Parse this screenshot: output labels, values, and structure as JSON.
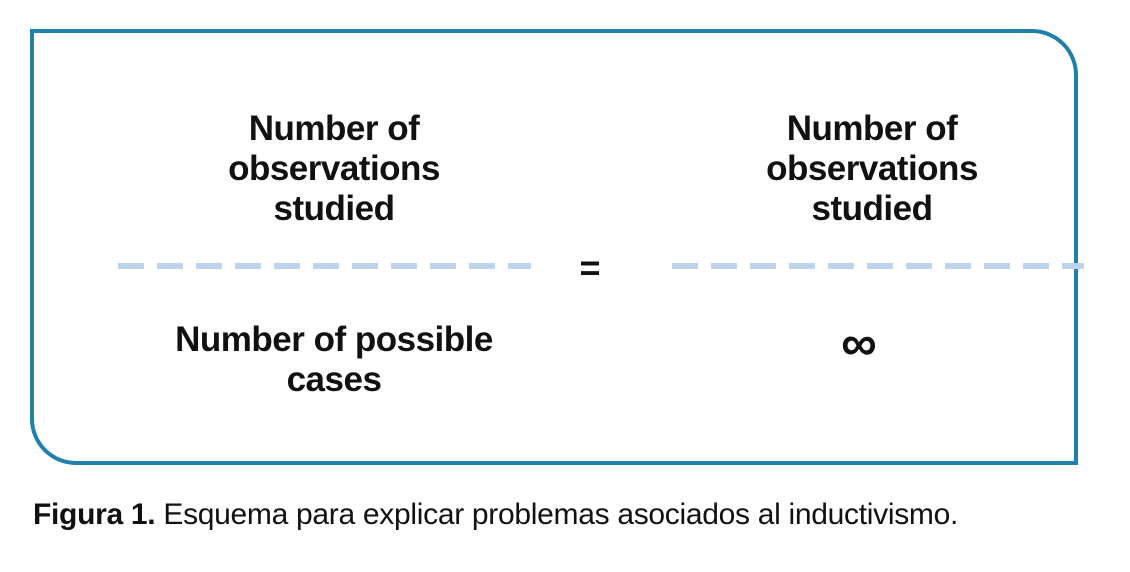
{
  "colors": {
    "frame_border": "#1f7fad",
    "fraction_bar_dash": "#bdd2ed",
    "text": "#111111"
  },
  "figure": {
    "left_fraction": {
      "numerator_lines": [
        "Number of",
        "observations",
        "studied"
      ],
      "denominator_lines": [
        "Number of possible",
        "cases"
      ]
    },
    "equals_sign": "=",
    "right_fraction": {
      "numerator_lines": [
        "Number of",
        "observations",
        "studied"
      ],
      "denominator_symbol": "∞"
    }
  },
  "caption": {
    "label": "Figura 1.",
    "text": " Esquema para explicar problemas asociados al inductivismo."
  }
}
